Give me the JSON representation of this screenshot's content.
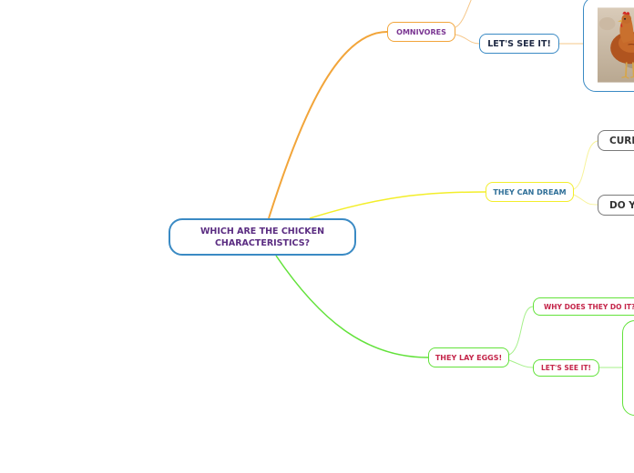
{
  "mindmap": {
    "root": "WHICH ARE THE CHICKEN CHARACTERISTICS?",
    "branches": {
      "omnivores": {
        "label": "OMNIVORES",
        "lets_see": "LET'S SEE IT!"
      },
      "dream": {
        "label": "THEY CAN DREAM",
        "child1": "CURI",
        "child2": "DO Y"
      },
      "eggs": {
        "label": "THEY LAY EGGS!",
        "why": "WHY DOES THEY DO IT?",
        "lets_see": "LET'S SEE IT!"
      }
    }
  },
  "colors": {
    "root_border": "#3a8ac4",
    "omnivores_branch": "#f2a53a",
    "dream_branch": "#f3ee2a",
    "eggs_branch": "#62e23a",
    "photo_frame": "#3a8ac4"
  },
  "images": {
    "chicken_photo": "brown-hen-photo"
  }
}
